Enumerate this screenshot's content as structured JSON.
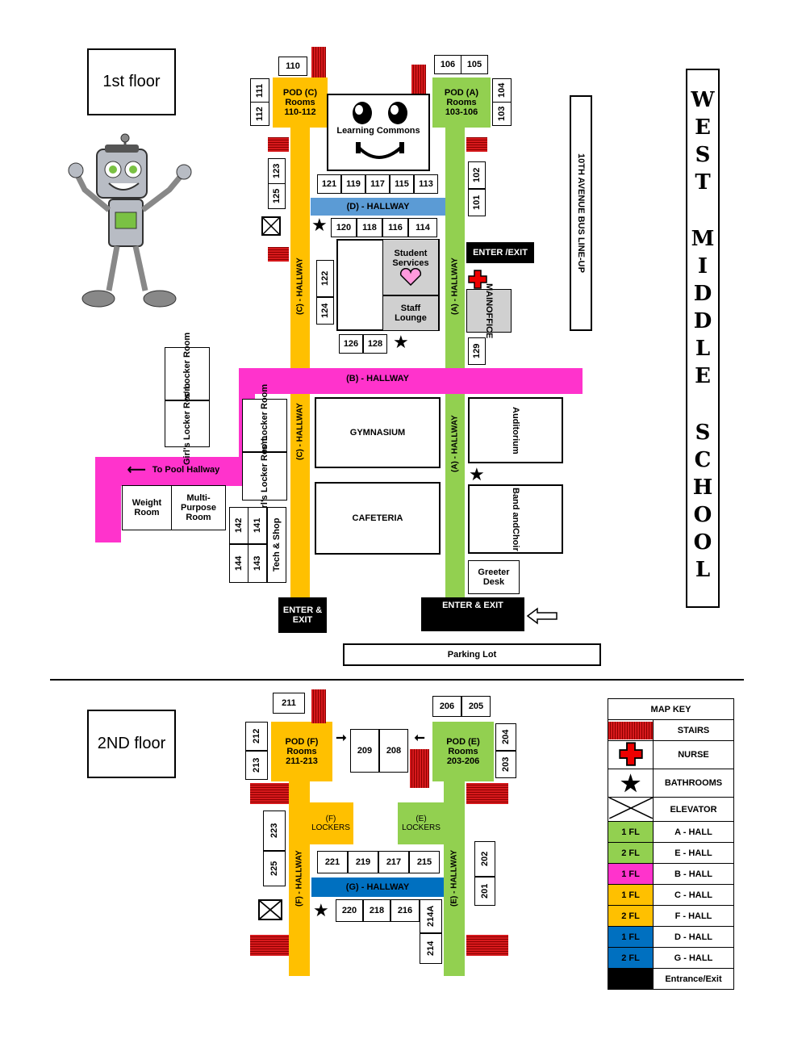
{
  "floors": {
    "first": "1st floor",
    "second": "2ND floor"
  },
  "school_name": [
    "W",
    "E",
    "S",
    "T",
    "M",
    "I",
    "D",
    "D",
    "L",
    "E",
    "S",
    "C",
    "H",
    "O",
    "O",
    "L"
  ],
  "bus_lineup": "10TH AVENUE BUS LINE-UP",
  "parking_lot": "Parking Lot",
  "first": {
    "pod_c": [
      "POD (C)",
      "Rooms",
      "110-112"
    ],
    "pod_a": [
      "POD (A)",
      "Rooms",
      "103-106"
    ],
    "learning_commons": "Learning Commons",
    "rooms": {
      "r110": "110",
      "r111": "111",
      "r112": "112",
      "r106": "106",
      "r105": "105",
      "r104": "104",
      "r103": "103",
      "r123": "123",
      "r125": "125",
      "r121": "121",
      "r119": "119",
      "r117": "117",
      "r115": "115",
      "r113": "113",
      "r102": "102",
      "r101": "101",
      "r120": "120",
      "r118": "118",
      "r116": "116",
      "r114": "114",
      "r122": "122",
      "r124": "124",
      "r126": "126",
      "r128": "128",
      "r129": "129",
      "r142": "142",
      "r141": "141",
      "r144": "144",
      "r143": "143"
    },
    "d_hall": "(D) - HALLWAY",
    "b_hall": "(B) - HALLWAY",
    "c_hall": "(C) - HALLWAY",
    "a_hall": "(A) - HALLWAY",
    "c_hall2": "(C) - HALLWAY",
    "a_hall2": "(A) - HALLWAY",
    "enter_exit_top": "ENTER /EXIT",
    "student_services": [
      "Student",
      "Services"
    ],
    "staff_lounge": [
      "Staff",
      "Lounge"
    ],
    "main_office": [
      "MAIN",
      "OFFICE"
    ],
    "boys_locker_1": [
      "Boys'",
      "Locker",
      "Room"
    ],
    "girls_locker_1": [
      "Girl's",
      "Locker",
      "Room"
    ],
    "boys_locker_2": [
      "Boys'",
      "Locker",
      "Room"
    ],
    "girls_locker_2": [
      "Girl's",
      "Locker",
      "Room"
    ],
    "to_pool": "To Pool Hallway",
    "weight_room": [
      "Weight",
      "Room"
    ],
    "multi_purpose": [
      "Multi-",
      "Purpose",
      "Room"
    ],
    "tech_shop": "Tech & Shop",
    "gymnasium": "GYMNASIUM",
    "cafeteria": "CAFETERIA",
    "auditorium": "Auditorium",
    "band_choir": [
      "Band and",
      "Choir"
    ],
    "greeter_desk": [
      "Greeter",
      "Desk"
    ],
    "enter_exit_left": [
      "ENTER &",
      "EXIT"
    ],
    "enter_exit_right": "ENTER & EXIT"
  },
  "second": {
    "pod_f": [
      "POD (F)",
      "Rooms",
      "211-213"
    ],
    "pod_e": [
      "POD (E)",
      "Rooms",
      "203-206"
    ],
    "rooms": {
      "r211": "211",
      "r212": "212",
      "r213": "213",
      "r209": "209",
      "r208": "208",
      "r206": "206",
      "r205": "205",
      "r204": "204",
      "r203": "203",
      "r223": "223",
      "r225": "225",
      "r221": "221",
      "r219": "219",
      "r217": "217",
      "r215": "215",
      "r202": "202",
      "r201": "201",
      "r220": "220",
      "r218": "218",
      "r216": "216",
      "r214a": "214A",
      "r214": "214"
    },
    "f_lockers": [
      "(F)",
      "LOCKERS"
    ],
    "e_lockers": [
      "(E)",
      "LOCKERS"
    ],
    "g_hall": "(G) - HALLWAY",
    "f_hall": "(F) - HALLWAY",
    "e_hall": "(E) - HALLWAY"
  },
  "map_key": {
    "title": "MAP KEY",
    "stairs": "STAIRS",
    "nurse": "NURSE",
    "bathrooms": "BATHROOMS",
    "elevator": "ELEVATOR",
    "rows": [
      {
        "fl": "1 FL",
        "hall": "A - HALL",
        "color": "#92d050",
        "text": "#000000"
      },
      {
        "fl": "2 FL",
        "hall": "E - HALL",
        "color": "#92d050",
        "text": "#000000"
      },
      {
        "fl": "1 FL",
        "hall": "B - HALL",
        "color": "#ff33cc",
        "text": "#000000"
      },
      {
        "fl": "1 FL",
        "hall": "C - HALL",
        "color": "#ffc000",
        "text": "#000000"
      },
      {
        "fl": "2 FL",
        "hall": "F - HALL",
        "color": "#ffc000",
        "text": "#000000"
      },
      {
        "fl": "1 FL",
        "hall": "D - HALL",
        "color": "#0070c0",
        "text": "#000000"
      },
      {
        "fl": "2 FL",
        "hall": "G - HALL",
        "color": "#0070c0",
        "text": "#000000"
      }
    ],
    "entrance": "Entrance/Exit"
  }
}
